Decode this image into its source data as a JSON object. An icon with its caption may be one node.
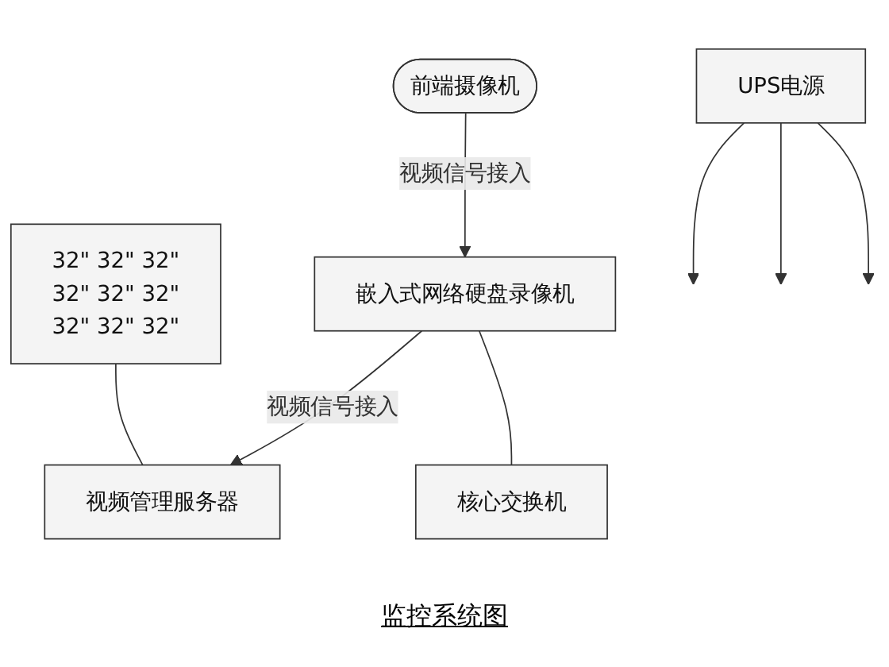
{
  "diagram": {
    "title": "监控系统图",
    "nodes": [
      {
        "text": [
          "32\"",
          "32\"",
          "32\"",
          "32\"",
          "32\"",
          "32\"",
          "32\"",
          "32\"",
          "32\""
        ]
      },
      {
        "text": [
          "视频管理服务器"
        ]
      },
      {
        "text": [
          "嵌入式网络硬盘录像机"
        ]
      },
      {
        "text": [
          "前端摄像机"
        ]
      },
      {
        "text": [
          "核心交换机"
        ]
      },
      {
        "text": [
          "UPS电源"
        ]
      }
    ],
    "edges": [
      {
        "from": 0,
        "to": 1,
        "arrow": "none"
      },
      {
        "from": 2,
        "to": 1,
        "label": "视频信号接入",
        "arrow": "to"
      },
      {
        "from": 3,
        "to": 2,
        "label": "视频信号接入",
        "arrow": "to"
      },
      {
        "from": 2,
        "to": 4,
        "arrow": "none"
      },
      {
        "from": 5,
        "to": null,
        "arrow": "to"
      },
      {
        "from": 5,
        "to": null,
        "arrow": "to"
      },
      {
        "from": 5,
        "to": null,
        "arrow": "to"
      }
    ]
  }
}
